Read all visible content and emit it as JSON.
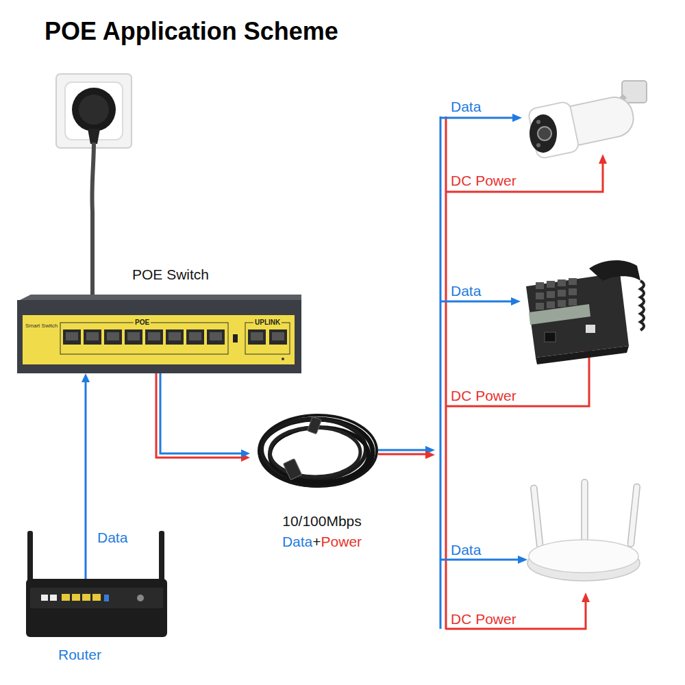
{
  "diagram": {
    "title": "POE Application Scheme",
    "nodes": [
      {
        "text": [
          "POE Switch"
        ]
      },
      {
        "text": [
          "Router"
        ]
      },
      {
        "text": [
          "10/100Mbps",
          "Data",
          "+",
          "Power"
        ]
      }
    ],
    "edges": [
      {
        "from": 1,
        "to": 0,
        "arrow": "to",
        "label": "Data"
      },
      {
        "from": 0,
        "to": 2,
        "arrow": "to"
      }
    ],
    "labels": [
      "Smart Switch",
      "POE",
      "UPLINK",
      "Data",
      "DC Power",
      "Data",
      "DC Power",
      "Data",
      "DC Power"
    ]
  }
}
